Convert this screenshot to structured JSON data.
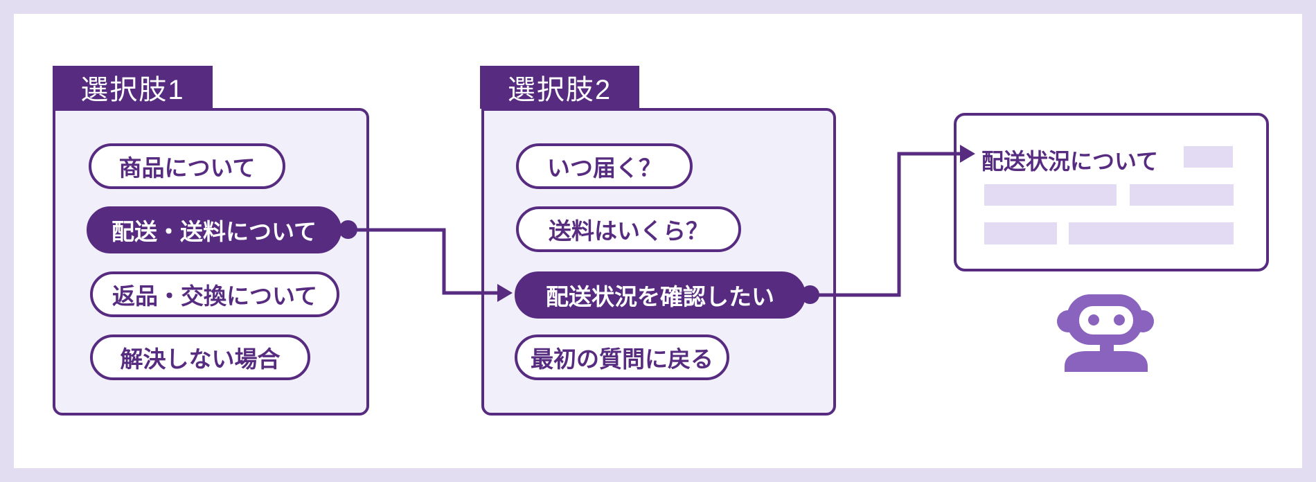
{
  "colors": {
    "background": "#E3DDF1",
    "surface": "#FFFFFF",
    "panel_fill": "#F1EFF9",
    "primary_purple": "#562B80",
    "robot_purple": "#8A63BE",
    "placeholder_bar": "#E3DBF3"
  },
  "panels": [
    {
      "tab": "選択肢1",
      "options": [
        {
          "label": "商品について",
          "selected": false
        },
        {
          "label": "配送・送料について",
          "selected": true
        },
        {
          "label": "返品・交換について",
          "selected": false
        },
        {
          "label": "解決しない場合",
          "selected": false
        }
      ]
    },
    {
      "tab": "選択肢2",
      "options": [
        {
          "label": "いつ届く？",
          "selected": false
        },
        {
          "label": "送料はいくら？",
          "selected": false
        },
        {
          "label": "配送状況を確認したい",
          "selected": true
        },
        {
          "label": "最初の質問に戻る",
          "selected": false
        }
      ]
    }
  ],
  "result_card": {
    "title": "配送状況について",
    "placeholder_bar_count": 5
  },
  "icons": {
    "robot": "robot-icon"
  }
}
